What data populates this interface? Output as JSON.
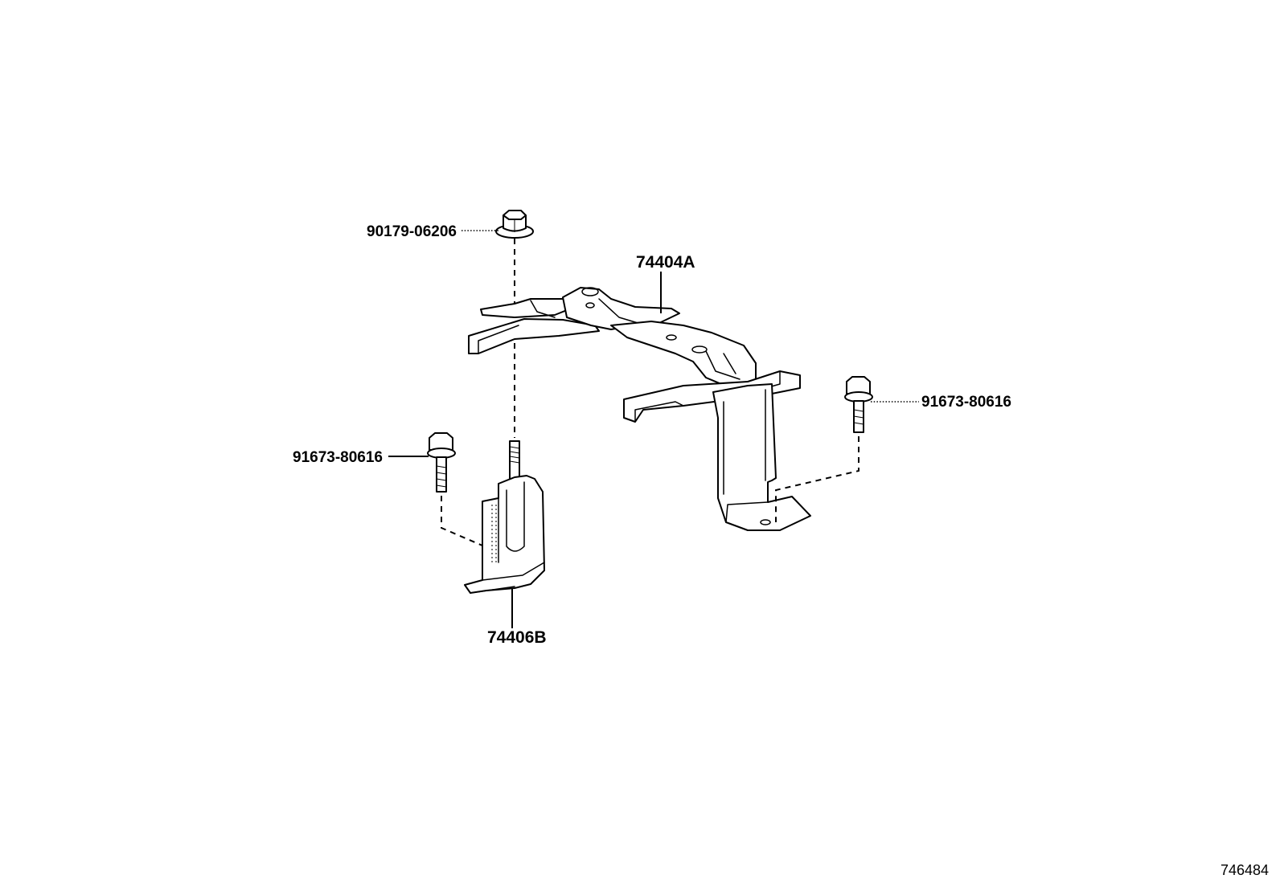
{
  "callouts": {
    "nut_top": "90179-06206",
    "bracket_main": "74404A",
    "bolt_right": "91673-80616",
    "bolt_left": "91673-80616",
    "bracket_lower": "74406B"
  },
  "illustration_code": "746484"
}
